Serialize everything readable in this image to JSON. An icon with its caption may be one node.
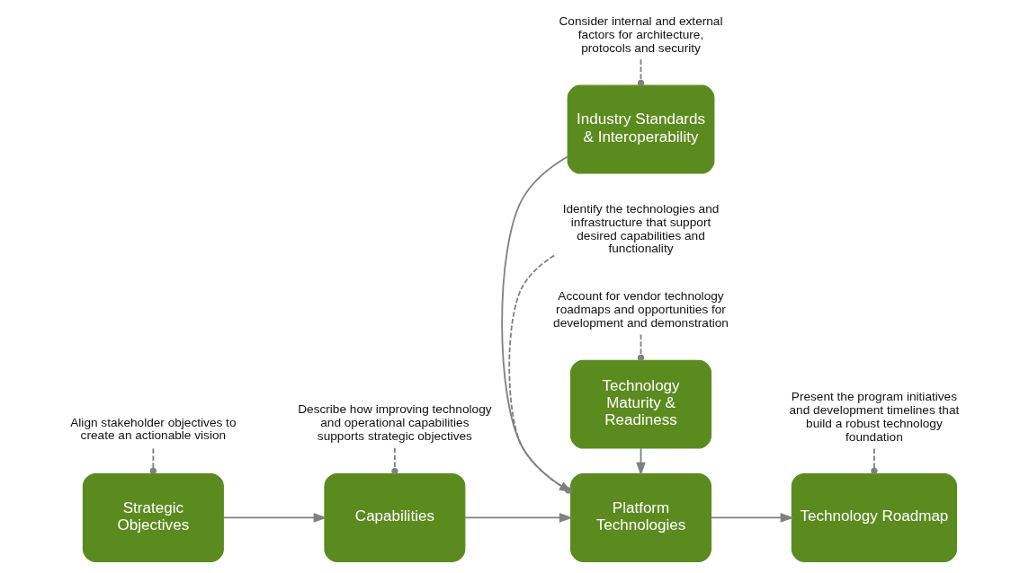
{
  "diagram": {
    "nodes": [
      {
        "text": [
          "Strategic Objectives"
        ]
      },
      {
        "text": [
          "Capabilities"
        ]
      },
      {
        "text": [
          "Platform Technologies"
        ]
      },
      {
        "text": [
          "Technology Roadmap"
        ]
      },
      {
        "text": [
          "Industry Standards & Interoperability"
        ]
      },
      {
        "text": [
          "Technology Maturity & Readiness"
        ]
      },
      {
        "text": [
          "Consider internal and external factors for architecture, protocols and security"
        ]
      },
      {
        "text": [
          "Describe how improving technology and operational capabilities supports strategic objectives"
        ]
      },
      {
        "text": [
          "Identify the technologies and infrastructure that support desired capabilities and functionality"
        ]
      },
      {
        "text": [
          "Align stakeholder objectives to create an actionable vision"
        ]
      },
      {
        "text": [
          "Account for vendor technology roadmaps and opportunities for development and demonstration"
        ]
      },
      {
        "text": [
          "Present the program initiatives and development timelines that build a robust technology foundation"
        ]
      }
    ],
    "edges": [
      {
        "from": 0,
        "to": 1,
        "arrow": "to"
      },
      {
        "from": 1,
        "to": 2,
        "arrow": "to"
      },
      {
        "from": 2,
        "to": 3,
        "arrow": "to"
      },
      {
        "from": 4,
        "to": 2,
        "arrow": "to"
      },
      {
        "from": 5,
        "to": 2,
        "arrow": "to"
      },
      {
        "from": 6,
        "to": 4,
        "arrow": "other",
        "style": "dashed"
      },
      {
        "from": 7,
        "to": 1,
        "arrow": "other",
        "style": "dashed"
      },
      {
        "from": 8,
        "to": 2,
        "arrow": "other",
        "style": "dashed"
      },
      {
        "from": 9,
        "to": 0,
        "arrow": "other",
        "style": "dashed"
      },
      {
        "from": 10,
        "to": 5,
        "arrow": "other",
        "style": "dashed"
      },
      {
        "from": 11,
        "to": 3,
        "arrow": "other",
        "style": "dashed"
      }
    ]
  }
}
